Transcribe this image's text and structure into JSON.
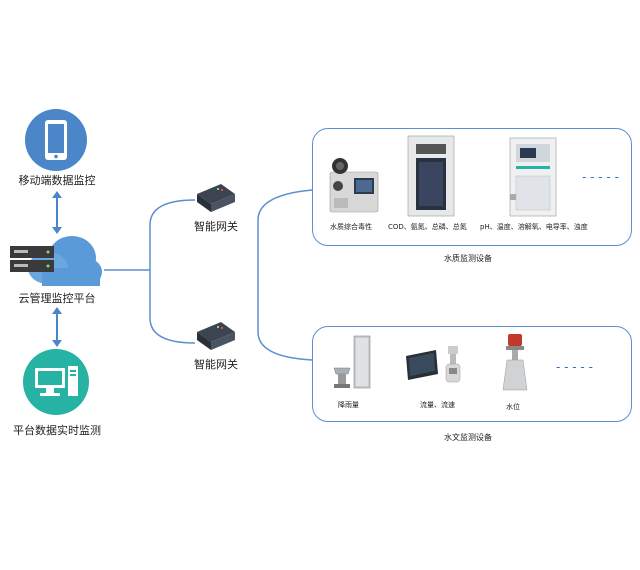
{
  "left_column": {
    "mobile_label": "移动端数据监控",
    "cloud_label": "云管理监控平台",
    "platform_label": "平台数据实时监测"
  },
  "gateways": [
    {
      "label": "智能网关"
    },
    {
      "label": "智能网关"
    }
  ],
  "water_quality": {
    "devices": [
      {
        "label": "水质综合毒性"
      },
      {
        "label": "COD、氨氮、总磷、总氮"
      },
      {
        "label": "pH、温度、溶解氧、电导率、浊度"
      }
    ],
    "more": "- - - - -",
    "title": "水质监测设备"
  },
  "hydrology": {
    "devices": [
      {
        "label": "降雨量"
      },
      {
        "label": "流量、流速"
      },
      {
        "label": "水位"
      }
    ],
    "more": "- - - - -",
    "title": "水文监测设备"
  },
  "colors": {
    "line": "#5b8fcf",
    "icon_blue": "#4a86c8",
    "icon_teal": "#27b3a4"
  }
}
